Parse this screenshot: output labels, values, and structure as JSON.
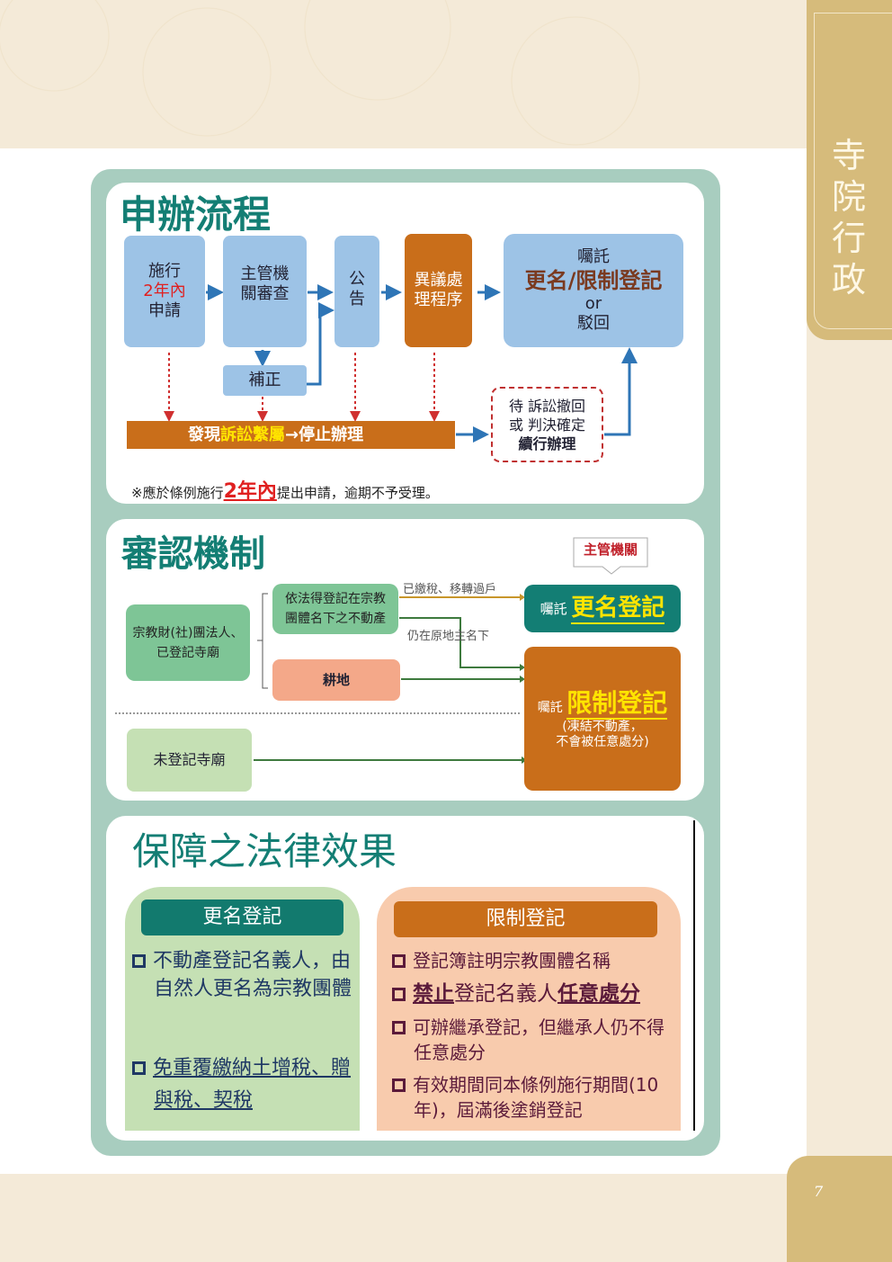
{
  "side_tab": {
    "title": "寺院行政",
    "page_number": "7"
  },
  "section1": {
    "title": "申辦流程",
    "step1": {
      "line1": "施行",
      "highlight": "2年內",
      "line3": "申請"
    },
    "step2": "主管機關審查",
    "step2a": "主管機",
    "step2b": "關審查",
    "step3a": "公",
    "step3b": "告",
    "step4a": "異議處",
    "step4b": "理程序",
    "result": {
      "top": "囑託",
      "main": "更名/限制登記",
      "or": "or",
      "bottom": "駁回"
    },
    "correction": "補正",
    "bar": {
      "prefix": "發現",
      "highlight": "訴訟繫屬",
      "suffix": "→停止辦理"
    },
    "pending": {
      "line1": "待 訴訟撤回",
      "line2": "或 判決確定",
      "line3": "續行辦理"
    },
    "note": {
      "prefix": "※應於條例施行",
      "highlight": "2年內",
      "suffix": "提出申請，逾期不予受理。"
    }
  },
  "section2": {
    "title": "審認機制",
    "authority": "主管機關",
    "registered": "宗教財(社)團法人、已登記寺廟",
    "property": "依法得登記在宗教團體名下之不動產",
    "farmland": "耕地",
    "unregistered": "未登記寺廟",
    "path_tax": "已繳稅、移轉過戶",
    "path_stay": "仍在原地主名下",
    "rename": {
      "prefix": "囑託",
      "main": "更名登記"
    },
    "restrict": {
      "prefix": "囑託",
      "main": "限制登記",
      "note1": "(凍結不動產，",
      "note2": "不會被任意處分)"
    }
  },
  "section3": {
    "title": "保障之法律效果",
    "rename": {
      "header": "更名登記",
      "items": [
        {
          "text": "不動產登記名義人，由自然人更名為宗教團體"
        },
        {
          "text": "免重覆繳納土增稅、贈與稅、契稅"
        }
      ]
    },
    "restrict": {
      "header": "限制登記",
      "items": [
        {
          "text": "登記簿註明宗教團體名稱"
        },
        {
          "a": "禁止",
          "b": "登記名義人",
          "c": "任意處分"
        },
        {
          "text": "可辦繼承登記，但繼承人仍不得任意處分"
        },
        {
          "text": "有效期間同本條例施行期間(10年)，屆滿後塗銷登記"
        }
      ]
    }
  },
  "colors": {
    "teal": "#137e74",
    "orange": "#c96e1a",
    "blue": "#9dc3e6",
    "gold": "#d6bb7b"
  }
}
